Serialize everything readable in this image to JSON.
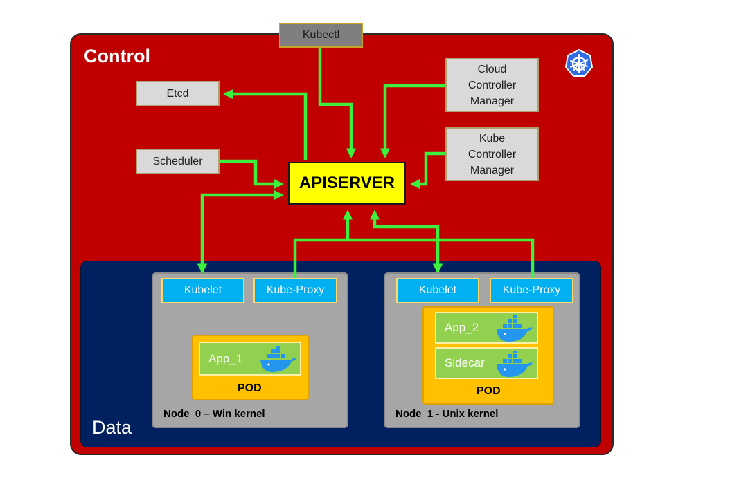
{
  "control": {
    "title": "Control"
  },
  "data_plane": {
    "title": "Data"
  },
  "kubectl": {
    "label": "Kubectl"
  },
  "etcd": {
    "label": "Etcd"
  },
  "scheduler": {
    "label": "Scheduler"
  },
  "cloud_cm": {
    "line1": "Cloud",
    "line2": "Controller",
    "line3": "Manager"
  },
  "kube_cm": {
    "line1": "Kube",
    "line2": "Controller",
    "line3": "Manager"
  },
  "apiserver": {
    "label": "APISERVER"
  },
  "node0": {
    "label": "Node_0 – Win kernel",
    "kubelet": "Kubelet",
    "kube_proxy": "Kube-Proxy",
    "pod": {
      "label": "POD",
      "apps": [
        "App_1"
      ]
    }
  },
  "node1": {
    "label": "Node_1 -  Unix kernel",
    "kubelet": "Kubelet",
    "kube_proxy": "Kube-Proxy",
    "pod": {
      "label": "POD",
      "apps": [
        "App_2",
        "Sidecar"
      ]
    }
  },
  "colors": {
    "control_bg": "#c00000",
    "data_bg": "#002060",
    "arrow": "#3ef03e",
    "apiserver_bg": "#ffff00",
    "kubelet_bg": "#00b0f0",
    "pod_bg": "#ffc000",
    "app_bg": "#92d050",
    "node_bg": "#a6a6a6"
  },
  "icons": {
    "logo": "kubernetes-helm-wheel-icon",
    "container": "docker-whale-icon"
  }
}
